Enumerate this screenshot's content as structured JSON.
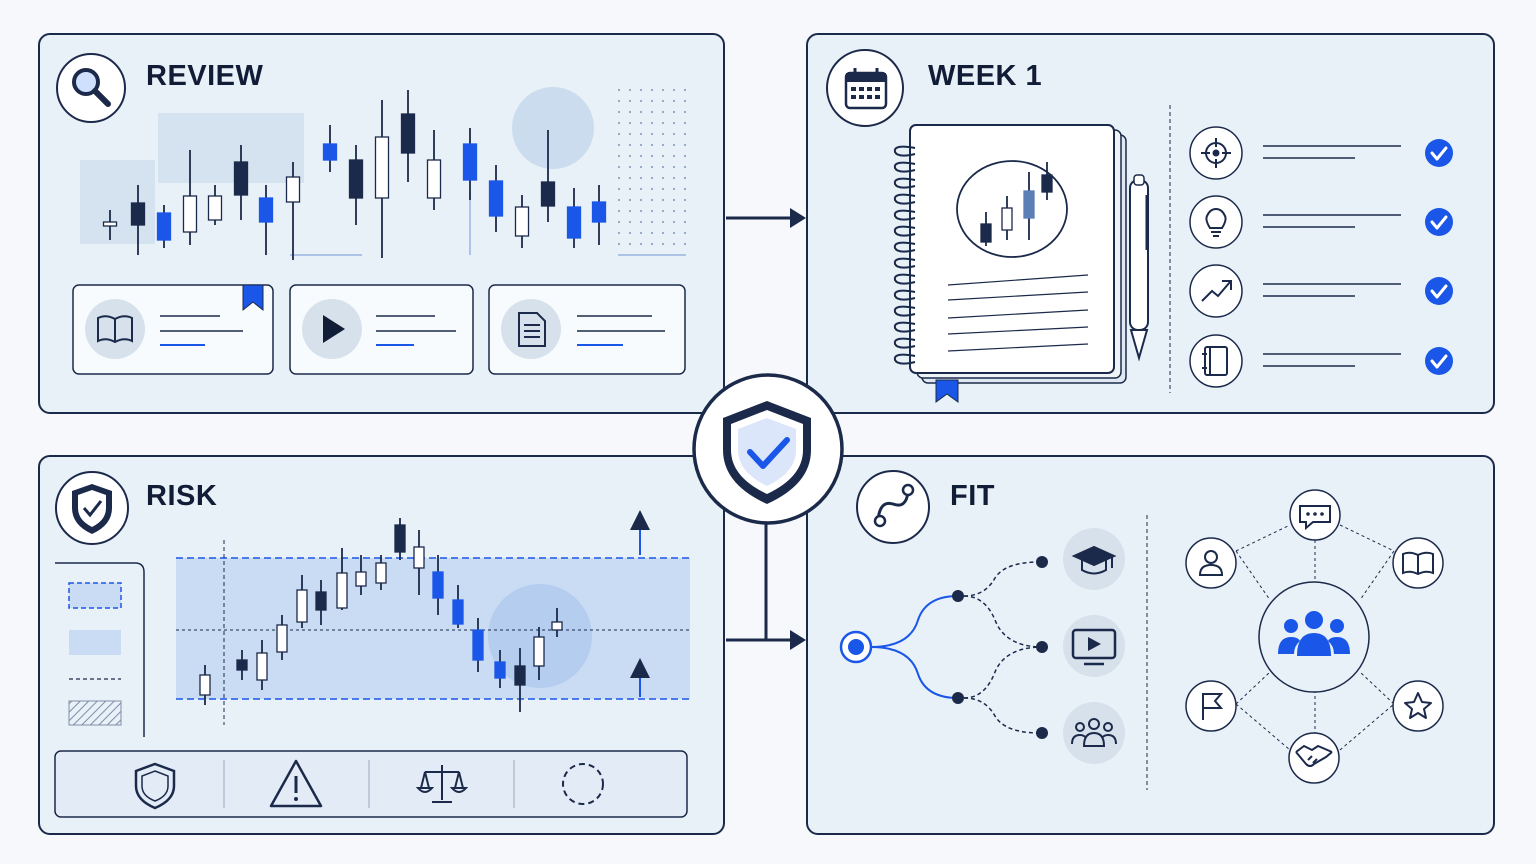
{
  "panels": {
    "review": {
      "title": "REVIEW"
    },
    "week": {
      "title": "WEEK 1"
    },
    "risk": {
      "title": "RISK"
    },
    "fit": {
      "title": "FIT"
    }
  },
  "icons": {
    "review_header": "magnifier-icon",
    "week_header": "calendar-icon",
    "risk_header": "shield-check-icon",
    "fit_header": "route-icon",
    "center": "shield-check-icon",
    "review_cards": [
      "open-book-icon",
      "play-icon",
      "document-icon"
    ],
    "checklist": [
      "target-icon",
      "lightbulb-icon",
      "trend-arrow-icon",
      "notebook-icon"
    ],
    "risk_toolbar": [
      "shield-icon",
      "warning-icon",
      "scales-icon",
      "dashed-circle-icon"
    ],
    "fit_branches": [
      "graduation-cap-icon",
      "video-icon",
      "group-icon"
    ],
    "fit_network": [
      "chat-icon",
      "book-icon",
      "star-icon",
      "handshake-icon",
      "flag-icon",
      "user-icon",
      "team-icon"
    ]
  },
  "colors": {
    "accent": "#1a56e8",
    "navy": "#1b2a4a",
    "panel": "#e9f1f8",
    "highlight": "#c9dcf3"
  }
}
